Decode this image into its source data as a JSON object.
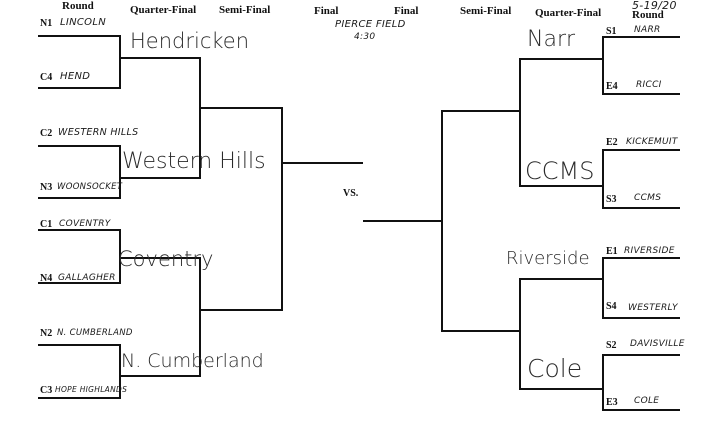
{
  "headers": {
    "round_left": "Round",
    "qf_left": "Quarter-Final",
    "sf_left": "Semi-Final",
    "final_left": "Final",
    "final_right": "Final",
    "sf_right": "Semi-Final",
    "qf_right": "Quarter-Final",
    "round_right": "Round",
    "date_right": "5-19/20"
  },
  "venue": {
    "line1": "PIERCE FIELD",
    "line2": "4:30"
  },
  "vs": "VS.",
  "left_entries": [
    {
      "seed": "N1",
      "team": "LINCOLN"
    },
    {
      "seed": "C4",
      "team": "HEND"
    },
    {
      "seed": "C2",
      "team": "WESTERN HILLS"
    },
    {
      "seed": "N3",
      "team": "WOONSOCKET"
    },
    {
      "seed": "C1",
      "team": "COVENTRY"
    },
    {
      "seed": "N4",
      "team": "GALLAGHER"
    },
    {
      "seed": "N2",
      "team": "N. CUMBERLAND"
    },
    {
      "seed": "C3",
      "team": "HOPE HIGHLANDS"
    }
  ],
  "left_qf_winners": [
    "Hendricken",
    "Western Hills",
    "Coventry",
    "N. Cumberland"
  ],
  "right_entries": [
    {
      "seed": "S1",
      "team": "NARR"
    },
    {
      "seed": "E4",
      "team": "RICCI"
    },
    {
      "seed": "E2",
      "team": "KICKEMUIT"
    },
    {
      "seed": "S3",
      "team": "CCMS"
    },
    {
      "seed": "E1",
      "team": "RIVERSIDE"
    },
    {
      "seed": "S4",
      "team": "WESTERLY"
    },
    {
      "seed": "S2",
      "team": "DAVISVILLE"
    },
    {
      "seed": "E3",
      "team": "COLE"
    }
  ],
  "right_qf_winners": [
    "Narr",
    "CCMS",
    "Riverside",
    "Cole"
  ]
}
